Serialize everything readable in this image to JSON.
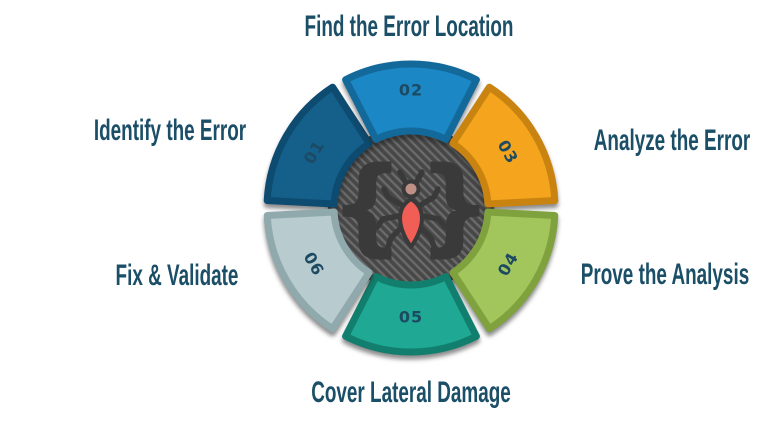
{
  "background": "#ffffff",
  "colors": {
    "label_text": "#1b4e67",
    "number_text": "#1d4a63",
    "center_fill": "#474747",
    "center_stripe": "#6a6a6a",
    "brace_color": "#3a3a3a",
    "bug_outline": "#3a3a3a",
    "bug_body": "#f15e56",
    "bug_head": "#bf9086"
  },
  "segments": [
    {
      "number": "01",
      "label": "Identify the Error",
      "fill": "#155f8b",
      "stroke": "#0e4b70"
    },
    {
      "number": "02",
      "label": "Find the Error Location",
      "fill": "#1b87c4",
      "stroke": "#14699b"
    },
    {
      "number": "03",
      "label": "Analyze the Error",
      "fill": "#f4a51d",
      "stroke": "#c88311"
    },
    {
      "number": "04",
      "label": "Prove the Analysis",
      "fill": "#a2c55c",
      "stroke": "#7fa23e"
    },
    {
      "number": "05",
      "label": "Cover Lateral Damage",
      "fill": "#1fa893",
      "stroke": "#127f6e"
    },
    {
      "number": "06",
      "label": "Fix & Validate",
      "fill": "#b8cbce",
      "stroke": "#8fa9ad"
    }
  ],
  "center": {
    "icon": "bug-in-code-braces-icon",
    "left_brace": "{",
    "right_brace": "}"
  }
}
